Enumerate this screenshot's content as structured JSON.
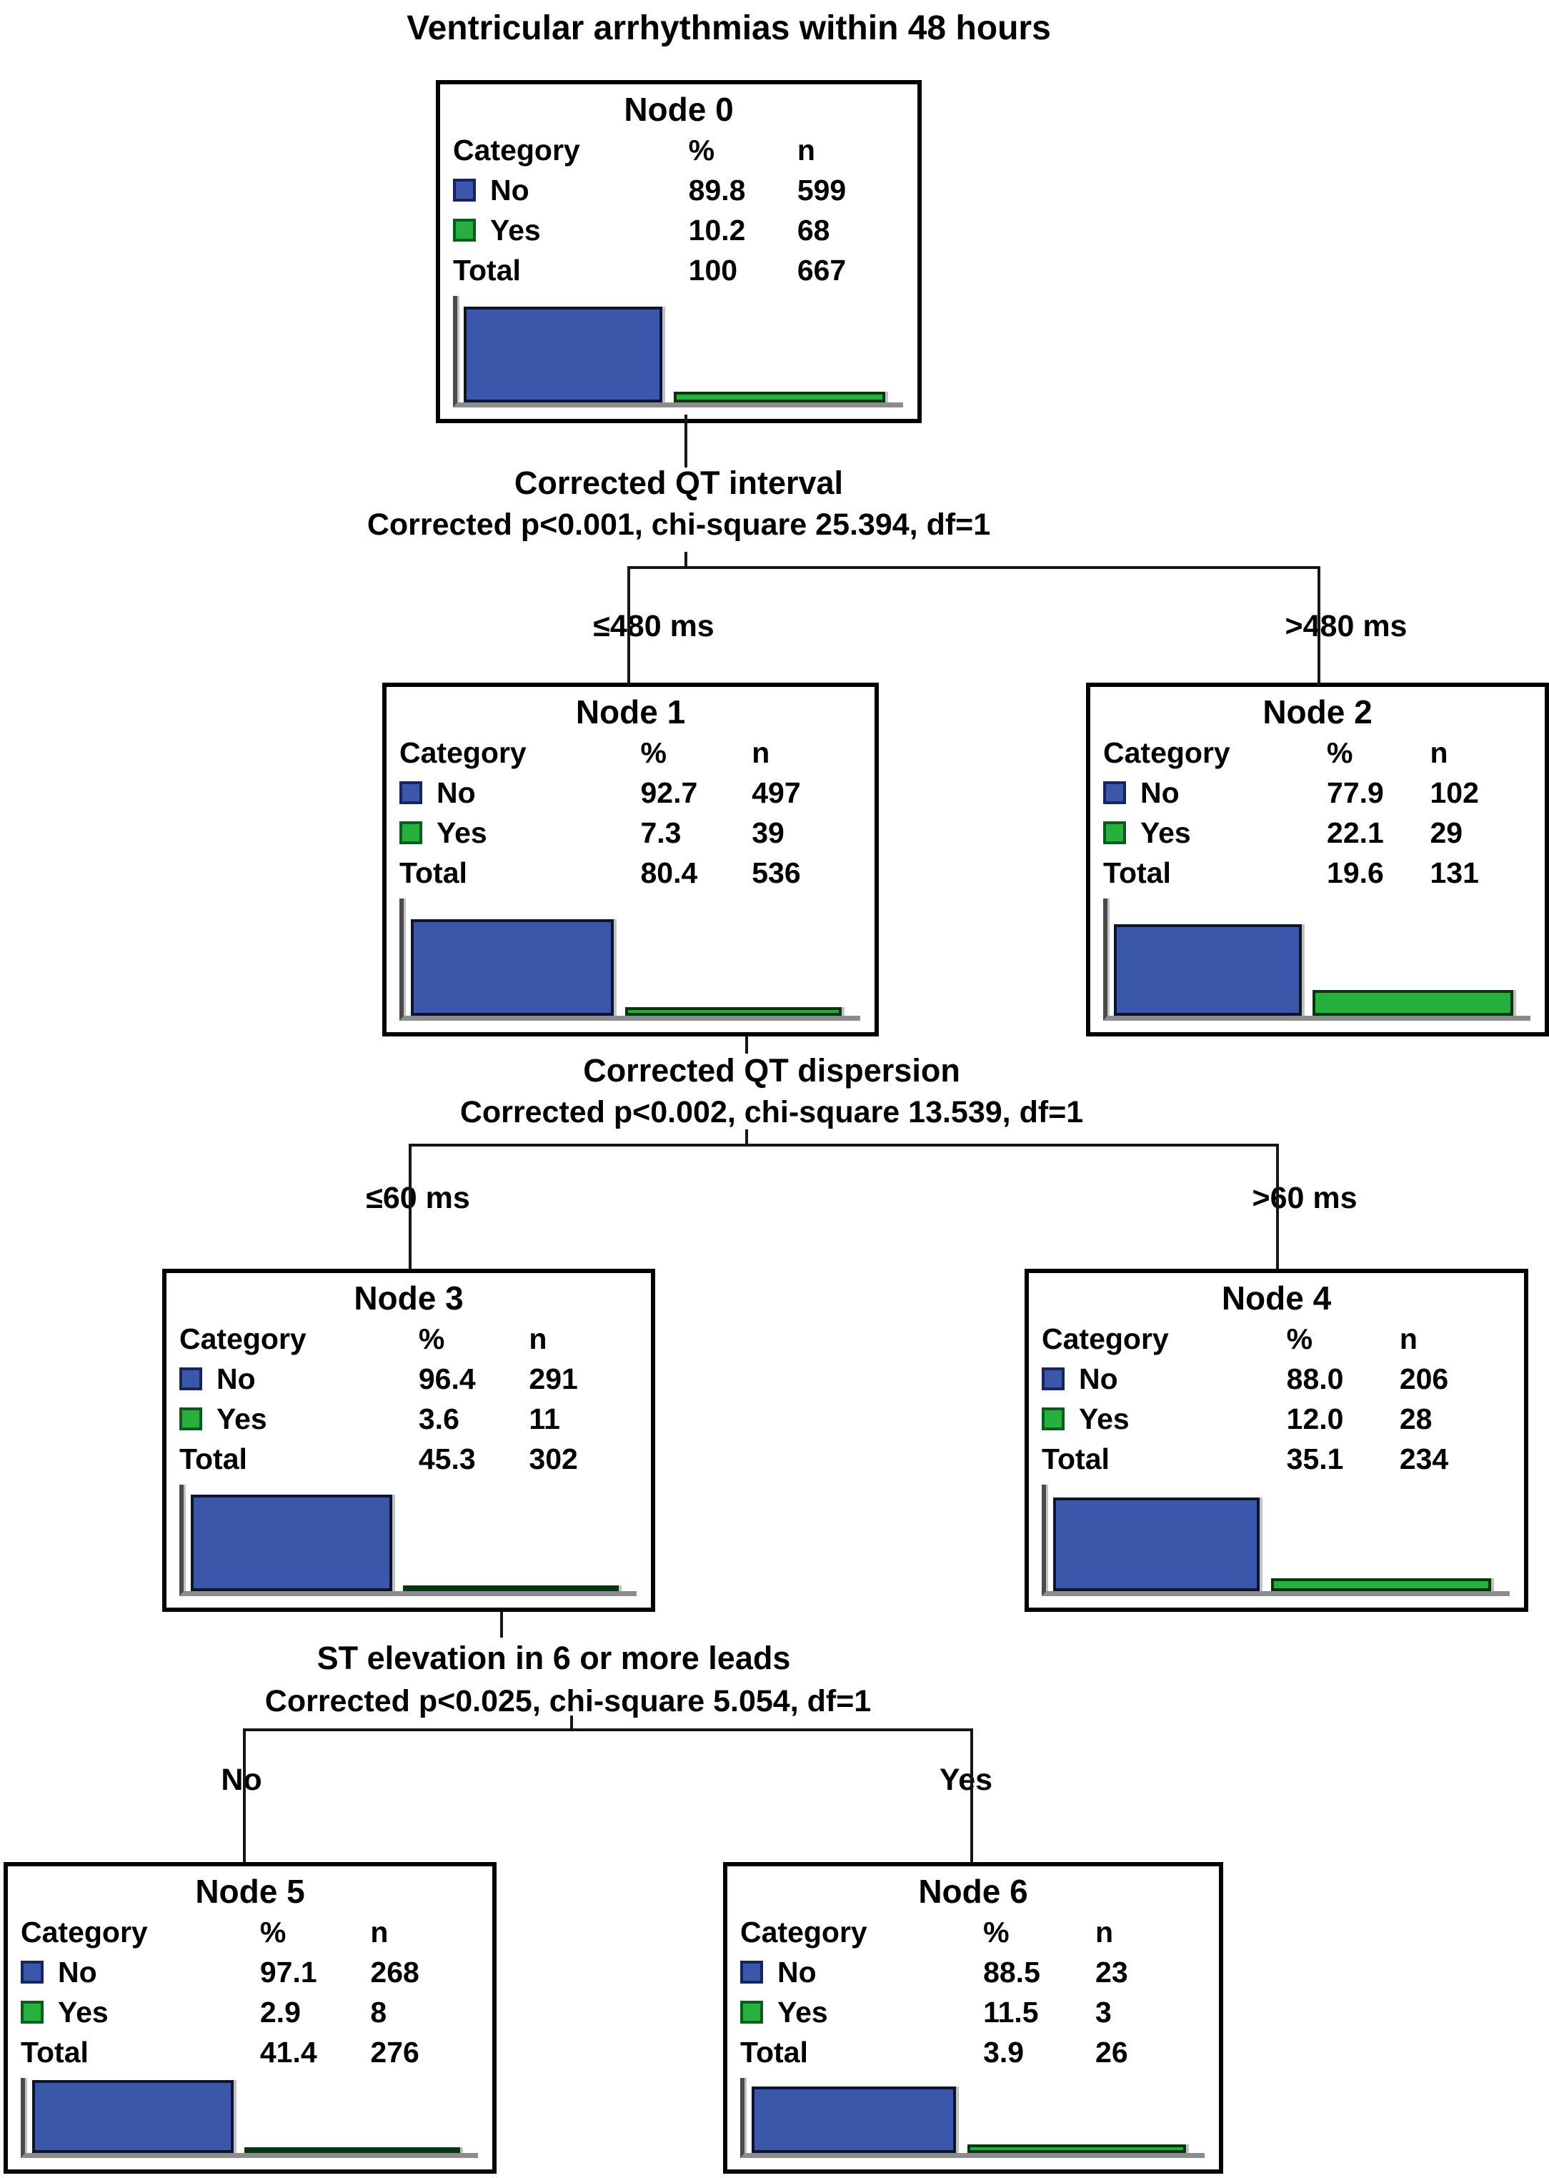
{
  "title": "Ventricular arrhythmias within 48 hours",
  "headers": {
    "category": "Category",
    "pct": "%",
    "n": "n"
  },
  "colors": {
    "no_bar": "#3b57a9",
    "yes_bar": "#28b03e",
    "no_swatch_border": "#17255c",
    "yes_swatch_border": "#0a5c1c",
    "node_border": "#000000",
    "connector": "#161616"
  },
  "nodes": [
    {
      "title": "Node 0",
      "rows": [
        {
          "label": "No",
          "pct": "89.8",
          "n": "599"
        },
        {
          "label": "Yes",
          "pct": "10.2",
          "n": "68"
        },
        {
          "label": "Total",
          "pct": "100",
          "n": "667"
        }
      ]
    },
    {
      "title": "Node 1",
      "rows": [
        {
          "label": "No",
          "pct": "92.7",
          "n": "497"
        },
        {
          "label": "Yes",
          "pct": "7.3",
          "n": "39"
        },
        {
          "label": "Total",
          "pct": "80.4",
          "n": "536"
        }
      ]
    },
    {
      "title": "Node 2",
      "rows": [
        {
          "label": "No",
          "pct": "77.9",
          "n": "102"
        },
        {
          "label": "Yes",
          "pct": "22.1",
          "n": "29"
        },
        {
          "label": "Total",
          "pct": "19.6",
          "n": "131"
        }
      ]
    },
    {
      "title": "Node 3",
      "rows": [
        {
          "label": "No",
          "pct": "96.4",
          "n": "291"
        },
        {
          "label": "Yes",
          "pct": "3.6",
          "n": "11"
        },
        {
          "label": "Total",
          "pct": "45.3",
          "n": "302"
        }
      ]
    },
    {
      "title": "Node 4",
      "rows": [
        {
          "label": "No",
          "pct": "88.0",
          "n": "206"
        },
        {
          "label": "Yes",
          "pct": "12.0",
          "n": "28"
        },
        {
          "label": "Total",
          "pct": "35.1",
          "n": "234"
        }
      ]
    },
    {
      "title": "Node 5",
      "rows": [
        {
          "label": "No",
          "pct": "97.1",
          "n": "268"
        },
        {
          "label": "Yes",
          "pct": "2.9",
          "n": "8"
        },
        {
          "label": "Total",
          "pct": "41.4",
          "n": "276"
        }
      ]
    },
    {
      "title": "Node 6",
      "rows": [
        {
          "label": "No",
          "pct": "88.5",
          "n": "23"
        },
        {
          "label": "Yes",
          "pct": "11.5",
          "n": "3"
        },
        {
          "label": "Total",
          "pct": "3.9",
          "n": "26"
        }
      ]
    }
  ],
  "splits": [
    {
      "variable": "Corrected QT interval",
      "stats": "Corrected p<0.001, chi-square 25.394, df=1",
      "left_label": "≤480 ms",
      "right_label": ">480 ms"
    },
    {
      "variable": "Corrected QT dispersion",
      "stats": "Corrected p<0.002, chi-square 13.539, df=1",
      "left_label": "≤60 ms",
      "right_label": ">60 ms"
    },
    {
      "variable": "ST elevation in 6 or more leads",
      "stats": "Corrected p<0.025, chi-square 5.054, df=1",
      "left_label": "No",
      "right_label": "Yes"
    }
  ],
  "chart_data": {
    "type": "bar",
    "note_categories": [
      "No",
      "Yes"
    ],
    "series": [
      {
        "name": "Node 0",
        "values": [
          89.8,
          10.2
        ]
      },
      {
        "name": "Node 1",
        "values": [
          92.7,
          7.3
        ]
      },
      {
        "name": "Node 2",
        "values": [
          77.9,
          22.1
        ]
      },
      {
        "name": "Node 3",
        "values": [
          96.4,
          3.6
        ]
      },
      {
        "name": "Node 4",
        "values": [
          88.0,
          12.0
        ]
      },
      {
        "name": "Node 5",
        "values": [
          97.1,
          2.9
        ]
      },
      {
        "name": "Node 6",
        "values": [
          88.5,
          11.5
        ]
      }
    ],
    "title": "Ventricular arrhythmias within 48 hours",
    "ylim": [
      0,
      100
    ]
  }
}
